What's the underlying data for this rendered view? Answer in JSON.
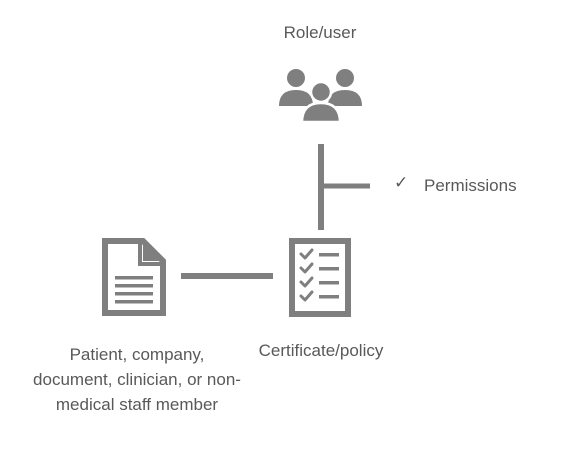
{
  "diagram": {
    "role_node": {
      "label": "Role/user",
      "icon": "users-group-icon"
    },
    "permissions": {
      "label": "Permissions",
      "icon": "checkmark-icon",
      "glyph": "✓"
    },
    "certificate_node": {
      "label": "Certificate/policy",
      "icon": "checklist-document-icon"
    },
    "entity_node": {
      "label": "Patient, company, document, clinician, or non-medical staff member",
      "icon": "document-icon"
    },
    "colors": {
      "icon": "#7f7f7f",
      "line": "#7f7f7f",
      "text": "#595959"
    }
  }
}
